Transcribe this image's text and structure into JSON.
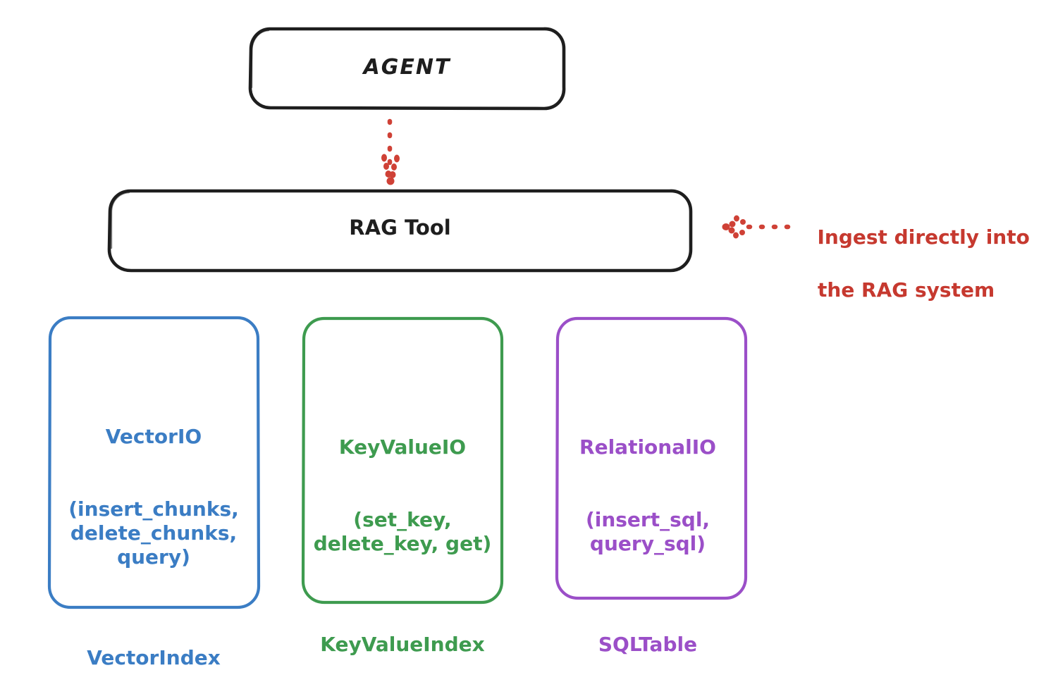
{
  "diagram": {
    "type": "flow-diagram",
    "background": "#ffffff",
    "style": "hand-drawn",
    "nodes": {
      "agent": {
        "label": "AGENT",
        "color": "#1e1e1e",
        "shape": "rounded-rect"
      },
      "rag_tool": {
        "label": "RAG Tool",
        "color": "#1e1e1e",
        "shape": "rounded-rect"
      },
      "vector_io": {
        "title": "VectorIO",
        "methods": "(insert_chunks,\ndelete_chunks,\nquery)",
        "index": "VectorIndex",
        "color": "#3b7dc4",
        "shape": "rounded-rect"
      },
      "key_value_io": {
        "title": "KeyValueIO",
        "methods": "(set_key,\ndelete_key, get)",
        "index": "KeyValueIndex",
        "color": "#3e9b4f",
        "shape": "rounded-rect"
      },
      "relational_io": {
        "title": "RelationalIO",
        "methods": "(insert_sql,\nquery_sql)",
        "index": "SQLTable",
        "color": "#9b4fc8",
        "shape": "rounded-rect"
      }
    },
    "annotations": {
      "ingest": {
        "line1": "Ingest directly into",
        "line2": "the RAG system",
        "color": "#c6392f"
      }
    },
    "connectors": [
      {
        "name": "agent-to-rag-tool",
        "from": "agent",
        "to": "rag_tool",
        "style": "dotted",
        "color": "#cf4136",
        "direction": "down"
      },
      {
        "name": "annotation-to-rag-tool",
        "from": "ingest_annotation",
        "to": "rag_tool",
        "style": "dotted",
        "color": "#cf4136",
        "direction": "left"
      }
    ]
  }
}
